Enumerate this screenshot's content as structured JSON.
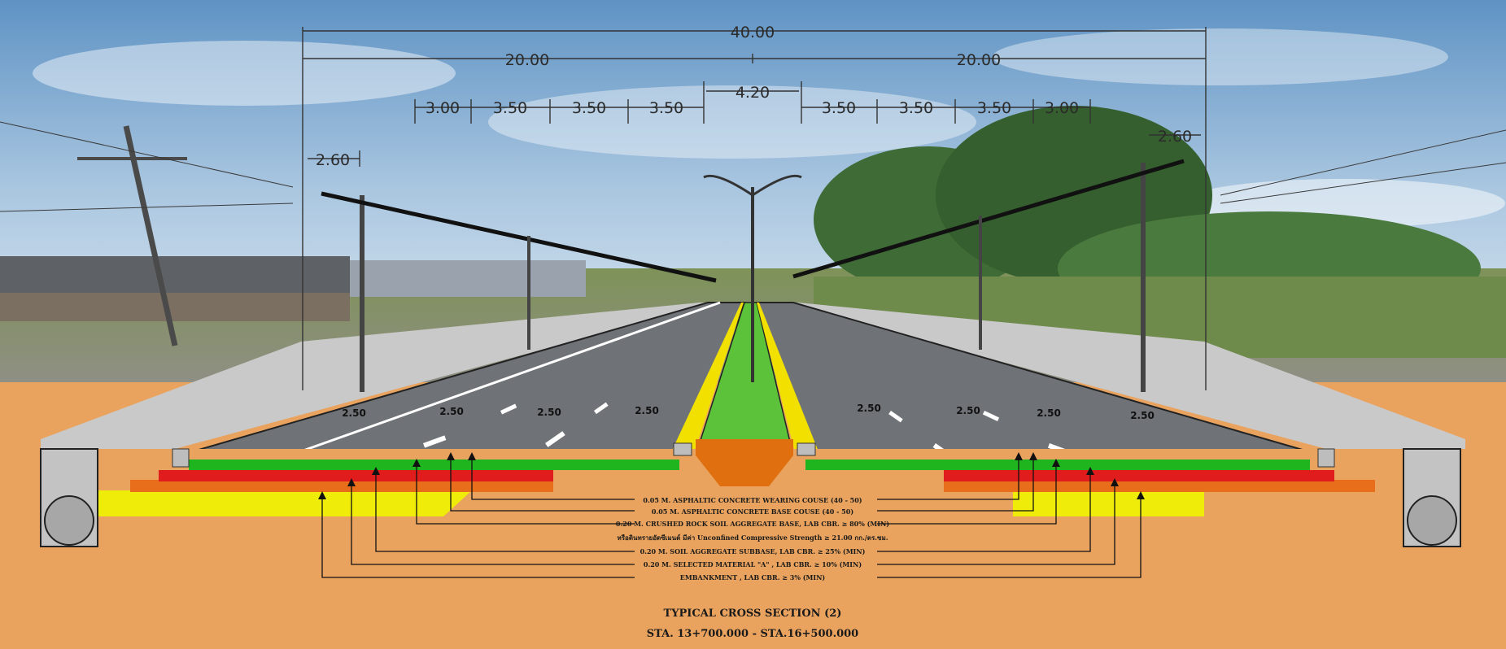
{
  "dimensions": {
    "total": "40.00",
    "half_left": "20.00",
    "half_right": "20.00",
    "left_lanes": [
      "3.00",
      "3.50",
      "3.50",
      "3.50"
    ],
    "median": "4.20",
    "right_lanes": [
      "3.50",
      "3.50",
      "3.50",
      "3.00"
    ],
    "left_sidewalk": "2.60",
    "right_sidewalk": "2.60"
  },
  "lane_width_labels": [
    "2.50",
    "2.50",
    "2.50",
    "2.50",
    "2.50",
    "2.50",
    "2.50",
    "2.50"
  ],
  "pavement_layers": [
    "0.05 M. ASPHALTIC CONCRETE WEARING COUSE (40 - 50)",
    "0.05 M. ASPHALTIC CONCRETE BASE COUSE (40 - 50)",
    "0.20 M. CRUSHED ROCK SOIL AGGREGATE BASE, LAB CBR. ≥ 80% (MIN)",
    "หรือดินทรายอัดซีเมนต์ มีค่า Unconfined Compressive Strength ≥ 21.00 กก./ตร.ซม.",
    "0.20 M. SOIL AGGREGATE SUBBASE, LAB CBR. ≥ 25% (MIN)",
    "0.20 M. SELECTED MATERIAL \"A\" , LAB CBR. ≥  10% (MIN)",
    "EMBANKMENT , LAB CBR. ≥  3% (MIN)"
  ],
  "title": "TYPICAL CROSS SECTION (2)",
  "station_range": "STA. 13+700.000 - STA.16+500.000",
  "colors": {
    "sky": "#6b9cc9",
    "asphalt": "#6f7377",
    "median_grass": "#5cc23a",
    "wearing_course": "#1fb51f",
    "base_course": "#e01c1c",
    "subbase": "#e86e1c",
    "selected_material": "#f0ec0a",
    "embankment": "#e9a35e",
    "median_fill": "#e0700f"
  }
}
